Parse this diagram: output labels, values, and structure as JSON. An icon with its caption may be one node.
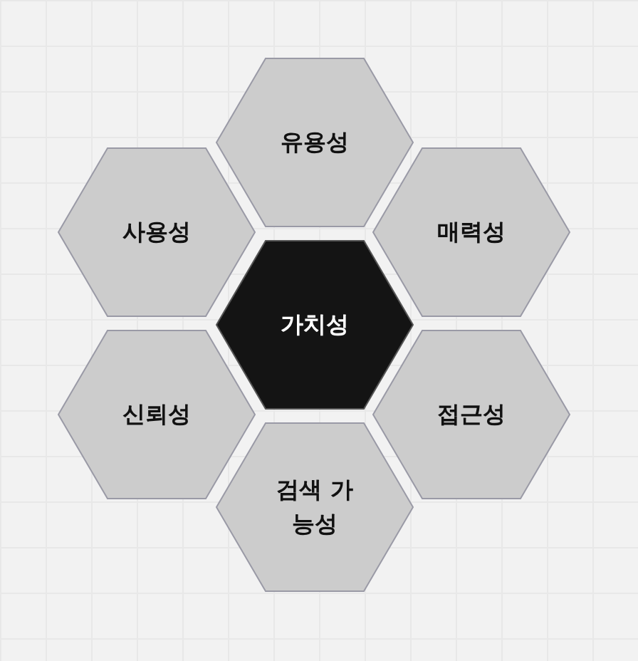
{
  "diagram": {
    "nodes": [
      {
        "text": [
          "유용성"
        ]
      },
      {
        "text": [
          "사용성"
        ]
      },
      {
        "text": [
          "매력성"
        ]
      },
      {
        "text": [
          "가치성"
        ]
      },
      {
        "text": [
          "신뢰성"
        ]
      },
      {
        "text": [
          "접근성"
        ]
      },
      {
        "text": [
          "검색 가능성"
        ]
      }
    ]
  }
}
